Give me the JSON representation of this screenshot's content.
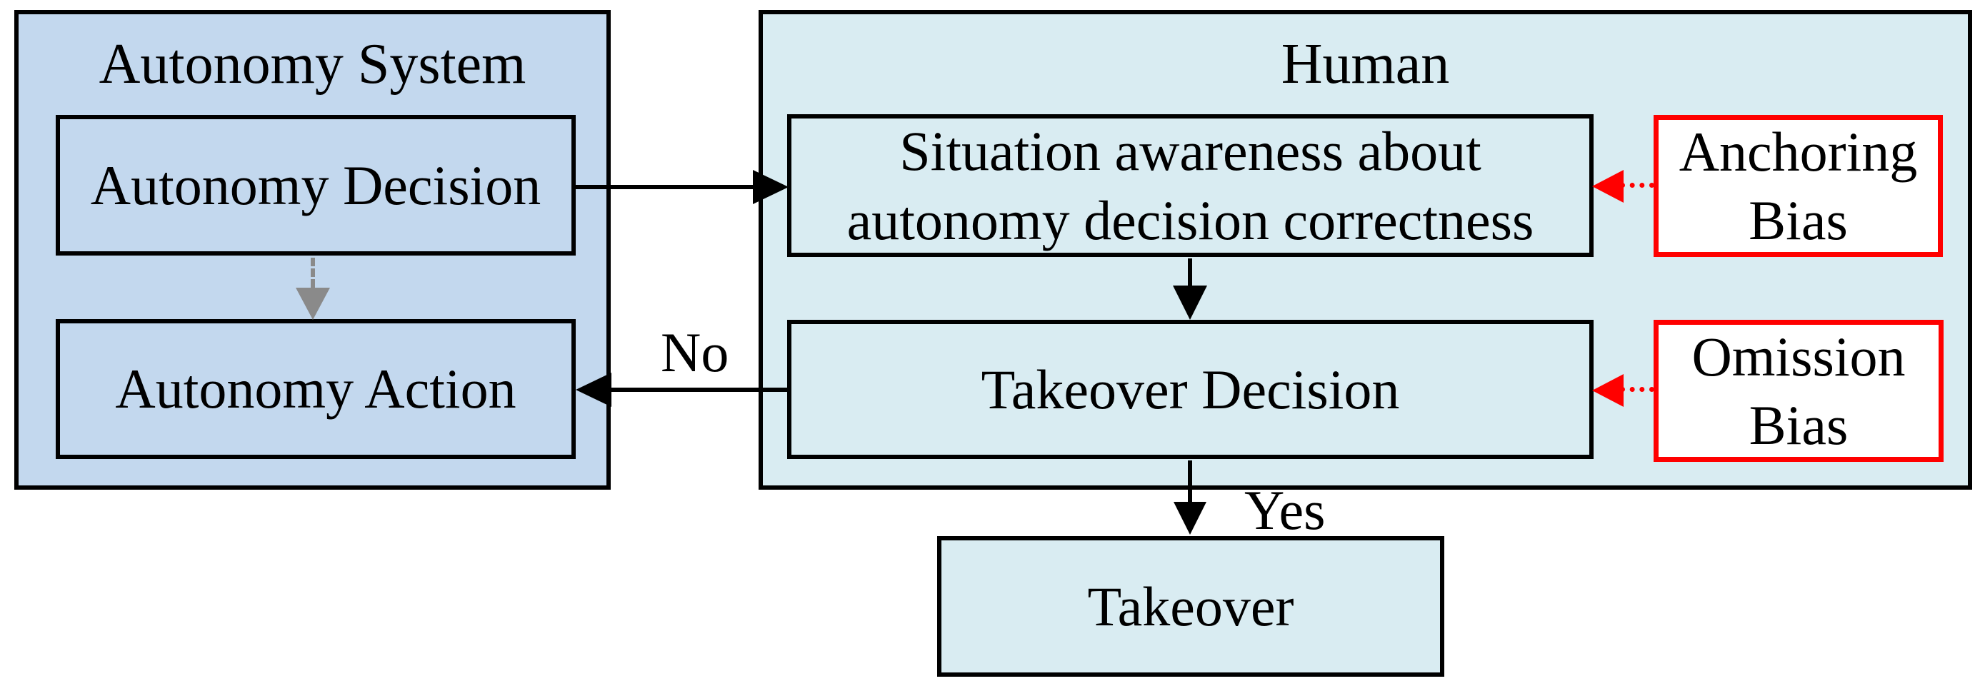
{
  "diagram": {
    "autonomy_system": {
      "title": "Autonomy System",
      "decision_label": "Autonomy Decision",
      "action_label": "Autonomy Action",
      "fill_color": "#c3d8ee"
    },
    "human": {
      "title": "Human",
      "situation_awareness_label": "Situation awareness about autonomy decision correctness",
      "takeover_decision_label": "Takeover Decision",
      "fill_color": "#d9ecf2"
    },
    "bias_boxes": {
      "anchoring_label": "Anchoring Bias",
      "omission_label": "Omission Bias",
      "border_color": "#ff0000",
      "fill_color": "#ffffff"
    },
    "takeover_label": "Takeover",
    "edge_labels": {
      "no": "No",
      "yes": "Yes"
    },
    "colors": {
      "solid_arrow": "#000000",
      "dashed_arrow": "#8a8a8a",
      "bias_arrow": "#ff0000",
      "border": "#000000",
      "background": "#ffffff"
    }
  }
}
